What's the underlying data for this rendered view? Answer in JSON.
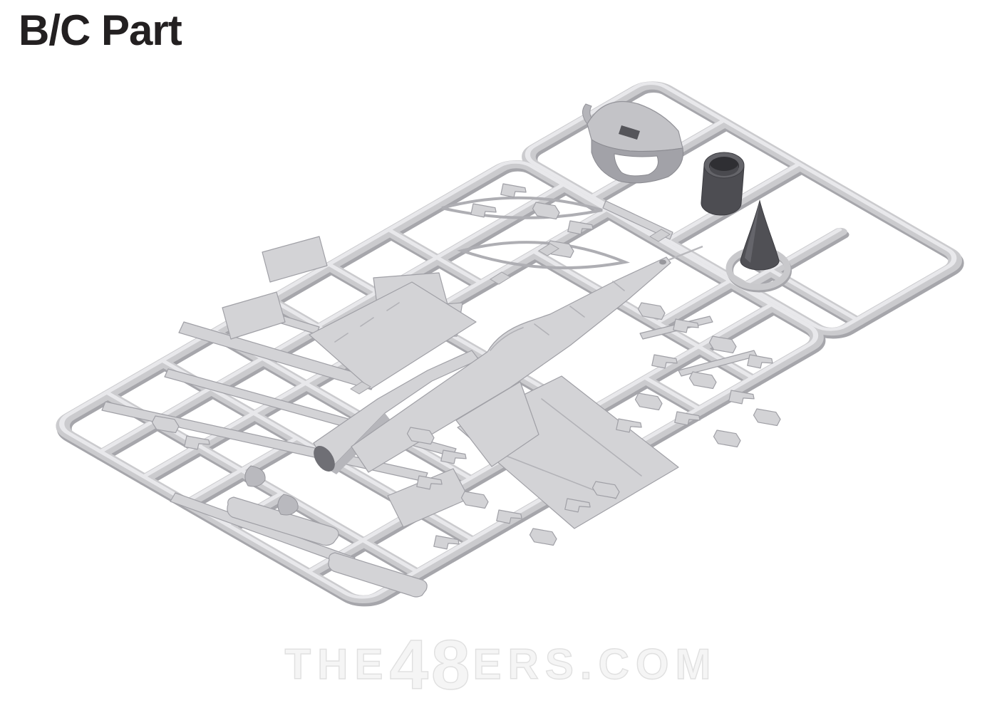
{
  "title": {
    "text": "B/C Part",
    "color": "#232021"
  },
  "watermark": {
    "prefix": "THE",
    "big": "48",
    "suffix": "ERS.COM",
    "full_text": "THE48ERS.COM",
    "color": "#e0e0e0"
  },
  "sprue": {
    "plastic_color": "#cbcbce",
    "plastic_shadow": "#a6a6ab",
    "plastic_highlight": "#e8e8eb",
    "dark_plastic_color": "#505055",
    "background": "#ffffff",
    "parts": [
      "sprue-frame-main",
      "sprue-frame-upper",
      "canopy-hood",
      "exhaust-nozzle",
      "nose-cone",
      "nose-cone-ring",
      "fuselage-half-upper",
      "fuselage-half-lower",
      "upper-wing-panel",
      "lower-wing-panel",
      "canopy-rail",
      "windscreen-rail",
      "nose-blade-strip",
      "wing-leading-strip",
      "drop-tank-half",
      "intake-lip",
      "tailplane-panel",
      "pylon-fin",
      "missile-body",
      "small-bracket"
    ]
  }
}
